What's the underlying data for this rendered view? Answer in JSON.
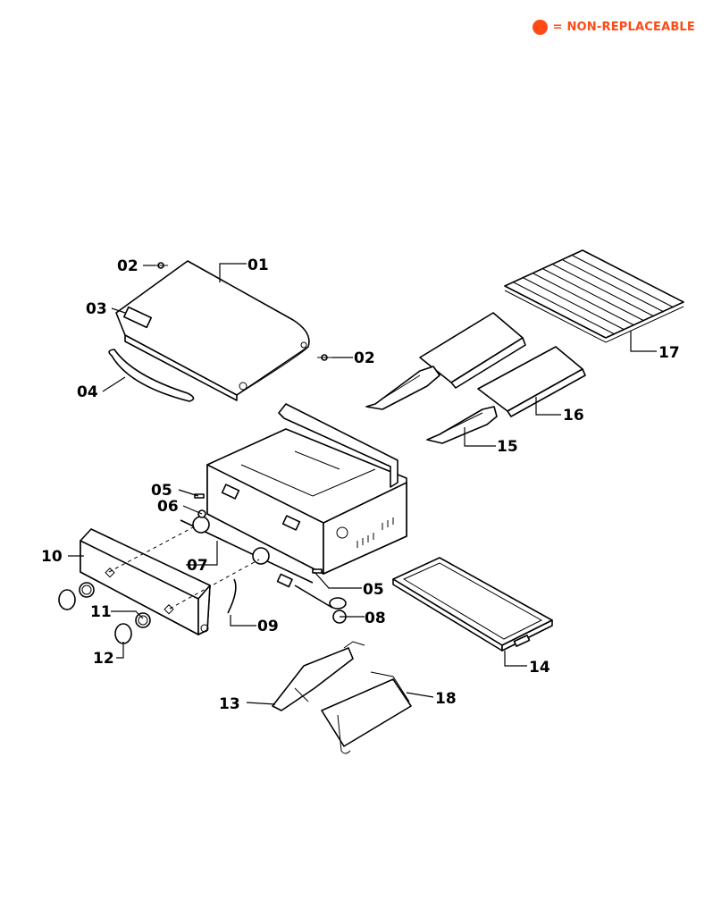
{
  "legend": {
    "label": "= NON-REPLACEABLE",
    "color": "#ff4a14"
  },
  "callouts": {
    "c01": "01",
    "c02a": "02",
    "c02b": "02",
    "c03": "03",
    "c04": "04",
    "c05a": "05",
    "c05b": "05",
    "c06": "06",
    "c07": "07",
    "c08": "08",
    "c09": "09",
    "c10": "10",
    "c11": "11",
    "c12": "12",
    "c13": "13",
    "c14": "14",
    "c15": "15",
    "c16": "16",
    "c17": "17",
    "c18": "18"
  }
}
